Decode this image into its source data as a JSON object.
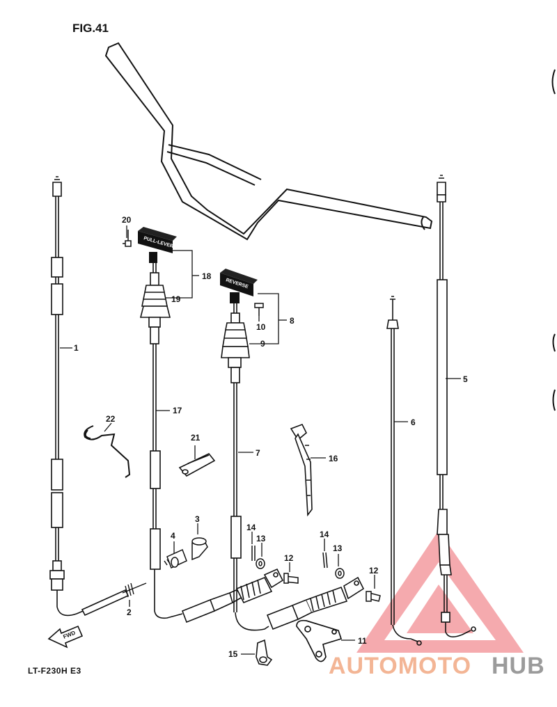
{
  "figure": {
    "title": "FIG.41",
    "model": "LT-F230H  E3"
  },
  "parts": {
    "p1": "1",
    "p2": "2",
    "p3": "3",
    "p4": "4",
    "p5": "5",
    "p6": "6",
    "p7": "7",
    "p8": "8",
    "p9": "9",
    "p10": "10",
    "p11": "11",
    "p12a": "12",
    "p12b": "12",
    "p13a": "13",
    "p13b": "13",
    "p14a": "14",
    "p14b": "14",
    "p15": "15",
    "p16": "16",
    "p17": "17",
    "p18": "18",
    "p19": "19",
    "p20": "20",
    "p21": "21",
    "p22": "22"
  },
  "knobs": {
    "pull_lever": "PULL-LEVER",
    "reverse": "REVERSE"
  },
  "direction_arrow": "FWD",
  "watermark": {
    "part1": "AUTOMOTO",
    "part2": "HUB",
    "color_main": "#f2a983",
    "color_accent": "#8a8a8a",
    "triangle_color": "#e8323a"
  },
  "colors": {
    "line": "#111111",
    "background": "#ffffff"
  }
}
